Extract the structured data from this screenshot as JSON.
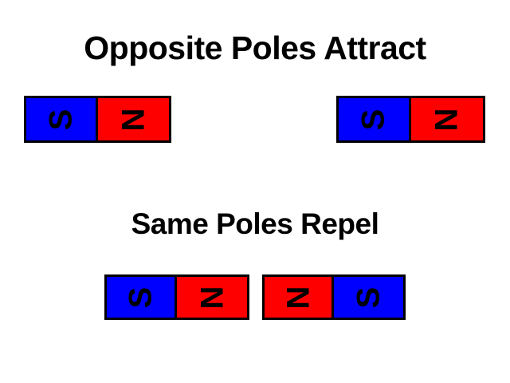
{
  "slide": {
    "background_color": "#ffffff",
    "sections": [
      {
        "heading": "Opposite Poles Attract",
        "magnets": [
          {
            "name": "magnet-top-left",
            "poles": [
              {
                "label": "S",
                "name": "south-pole",
                "color": "#0000ff"
              },
              {
                "label": "N",
                "name": "north-pole",
                "color": "#ff0000"
              }
            ]
          },
          {
            "name": "magnet-top-right",
            "poles": [
              {
                "label": "S",
                "name": "south-pole",
                "color": "#0000ff"
              },
              {
                "label": "N",
                "name": "north-pole",
                "color": "#ff0000"
              }
            ]
          }
        ]
      },
      {
        "heading": "Same Poles Repel",
        "magnets": [
          {
            "name": "magnet-bottom-left",
            "poles": [
              {
                "label": "S",
                "name": "south-pole",
                "color": "#0000ff"
              },
              {
                "label": "N",
                "name": "north-pole",
                "color": "#ff0000"
              }
            ]
          },
          {
            "name": "magnet-bottom-right",
            "poles": [
              {
                "label": "N",
                "name": "north-pole",
                "color": "#ff0000"
              },
              {
                "label": "S",
                "name": "south-pole",
                "color": "#0000ff"
              }
            ]
          }
        ]
      }
    ]
  },
  "colors": {
    "north": "#ff0000",
    "south": "#0000ff",
    "outline": "#000000",
    "text": "#000000",
    "background": "#ffffff"
  }
}
